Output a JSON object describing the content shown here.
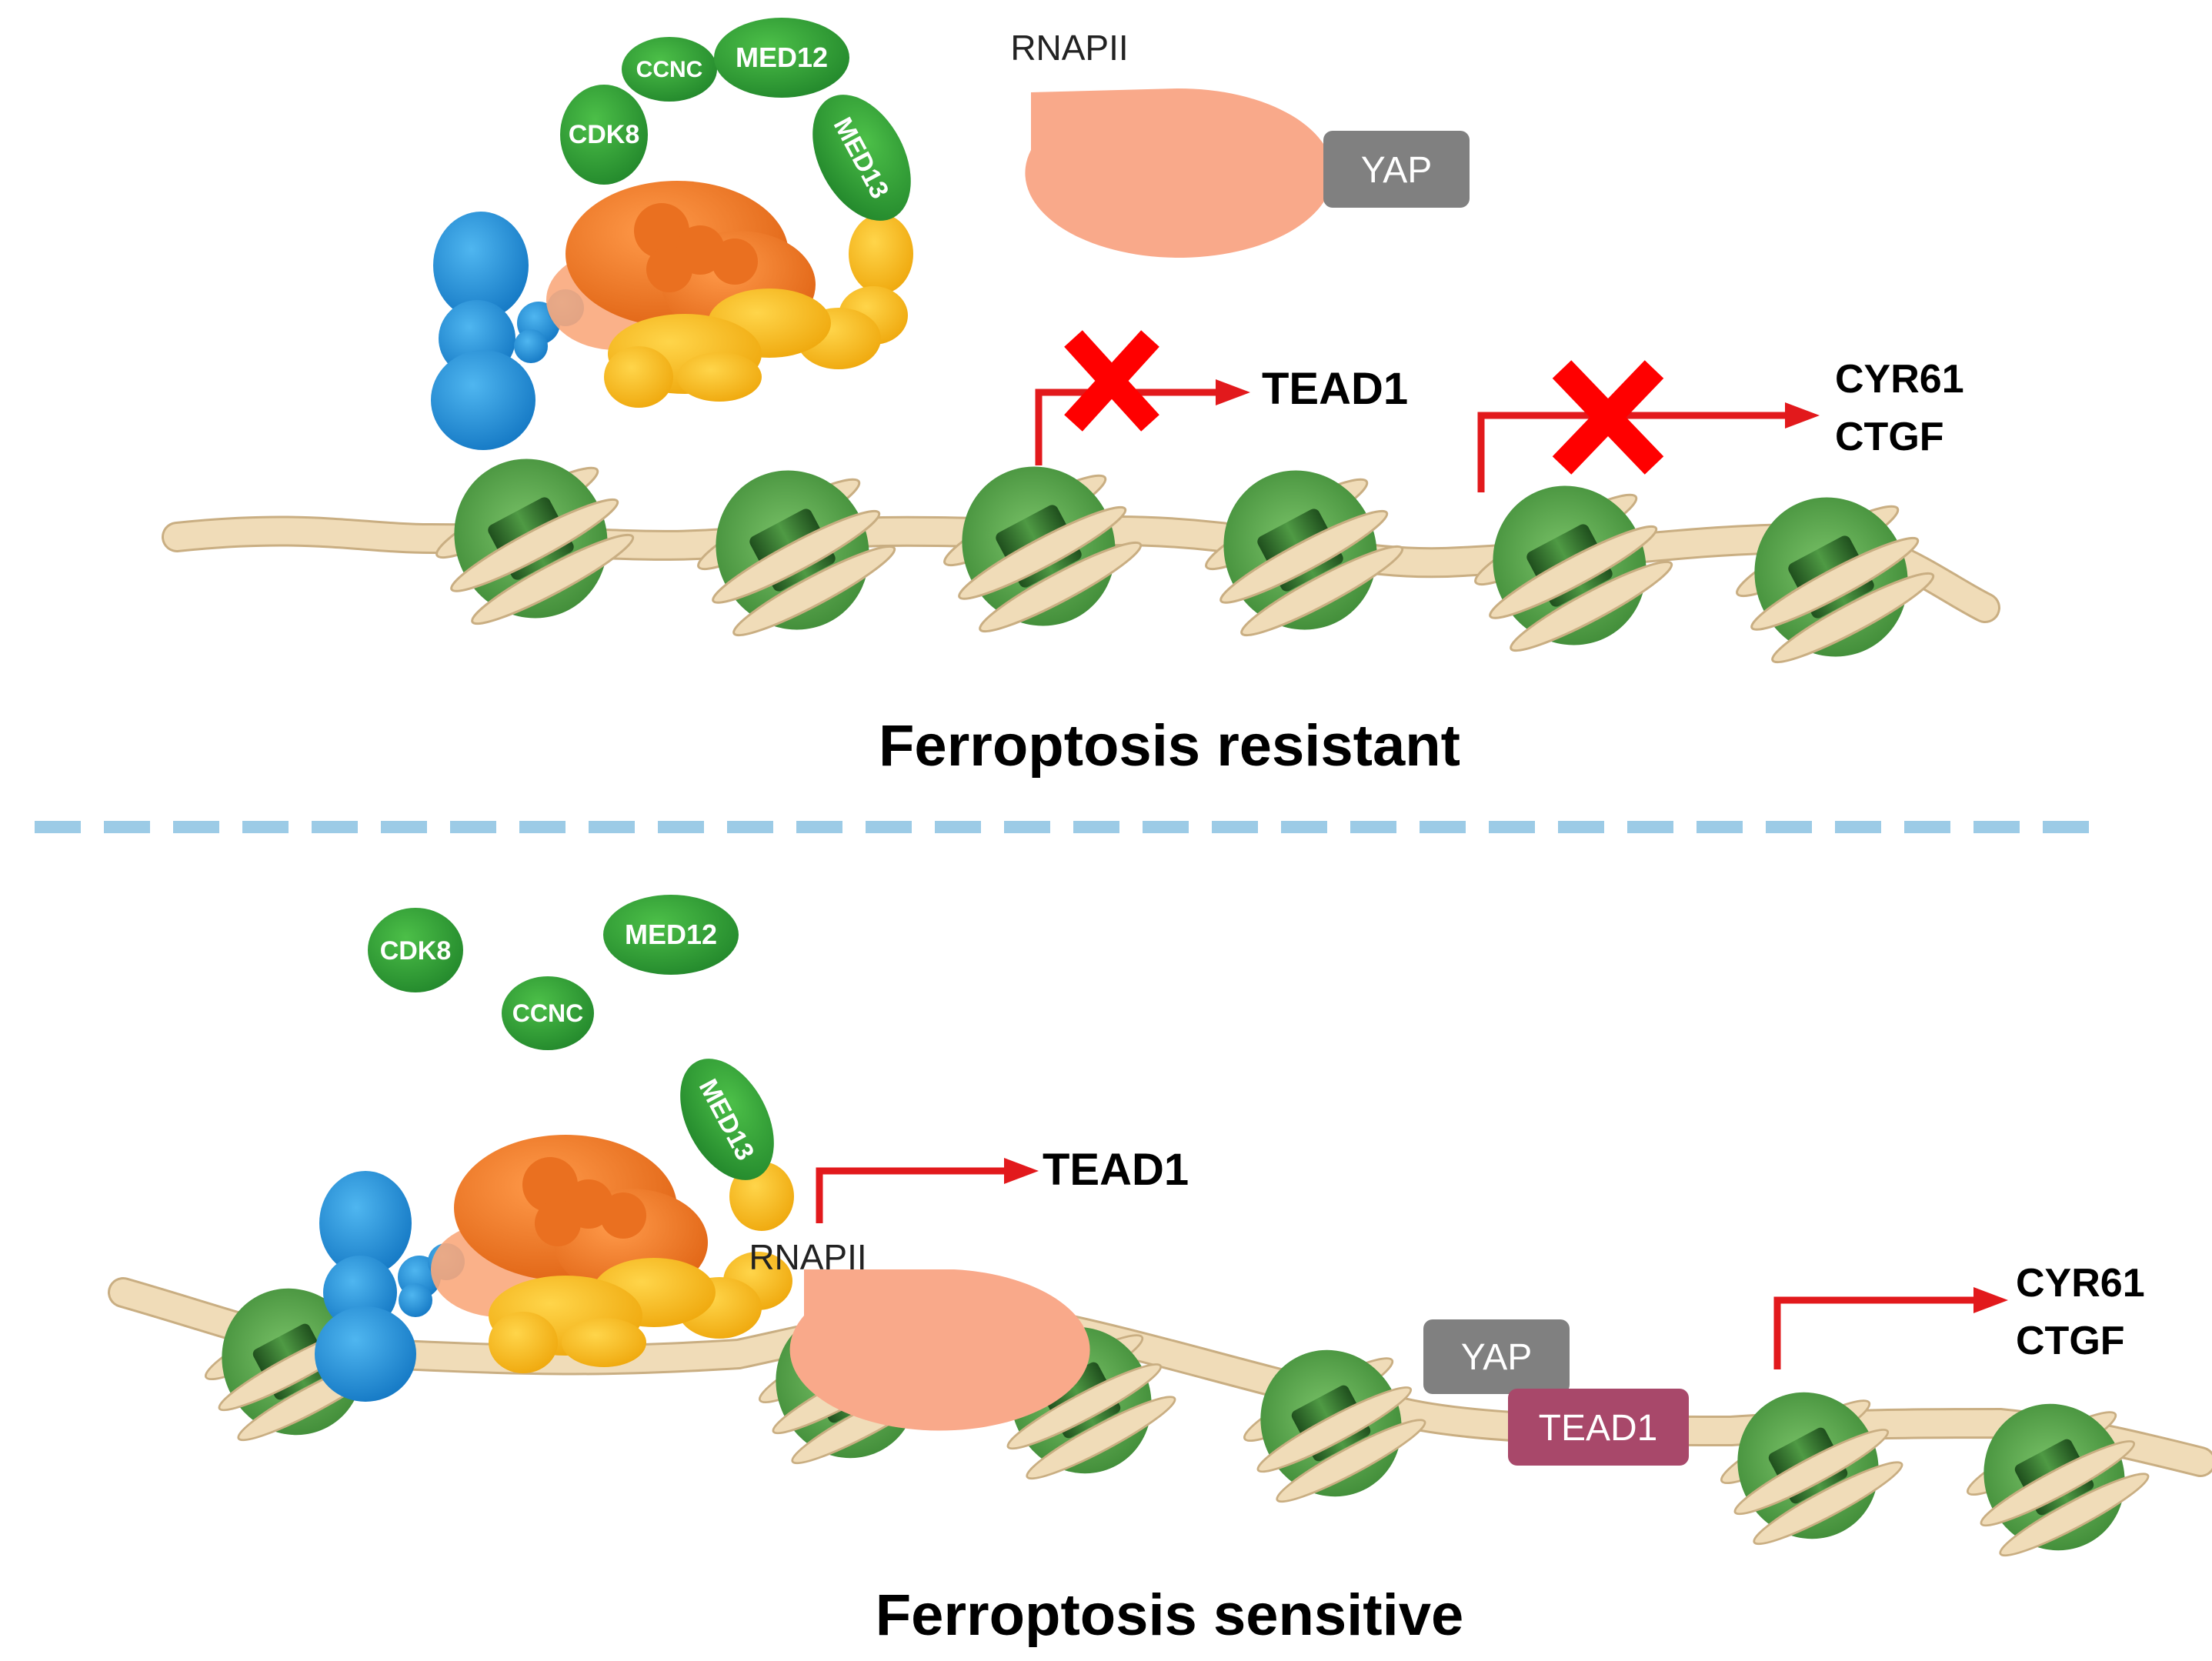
{
  "colors": {
    "nucleosome_green": "#5aa84a",
    "nucleosome_dark": "#2f6b2c",
    "dna": "#f0dcb8",
    "dna_edge": "#c9ae82",
    "mediator_green": "#2e9a37",
    "orange": "#f07a28",
    "yellow": "#f5b817",
    "blue": "#1e8fd6",
    "rnapii": "#f9a98a",
    "yap_gray": "#808080",
    "tead1_magenta": "#a8486a",
    "arrow_red": "#e2191c",
    "divider_blue": "#9ccbe6"
  },
  "icons": {
    "block": "x-mark-icon",
    "transcription": "bent-arrow-icon"
  },
  "top": {
    "title": "Ferroptosis resistant",
    "kinase_module": {
      "cdk8": "CDK8",
      "ccnc": "CCNC",
      "med12": "MED12",
      "med13": "MED13"
    },
    "rnapii": "RNAPII",
    "yap": "YAP",
    "gene1": "TEAD1",
    "gene2_line1": "CYR61",
    "gene2_line2": "CTGF"
  },
  "bottom": {
    "title": "Ferroptosis sensitive",
    "kinase_module": {
      "cdk8": "CDK8",
      "ccnc": "CCNC",
      "med12": "MED12",
      "med13": "MED13"
    },
    "rnapii": "RNAPII",
    "yap": "YAP",
    "tead1_box": "TEAD1",
    "gene1": "TEAD1",
    "gene2_line1": "CYR61",
    "gene2_line2": "CTGF"
  }
}
